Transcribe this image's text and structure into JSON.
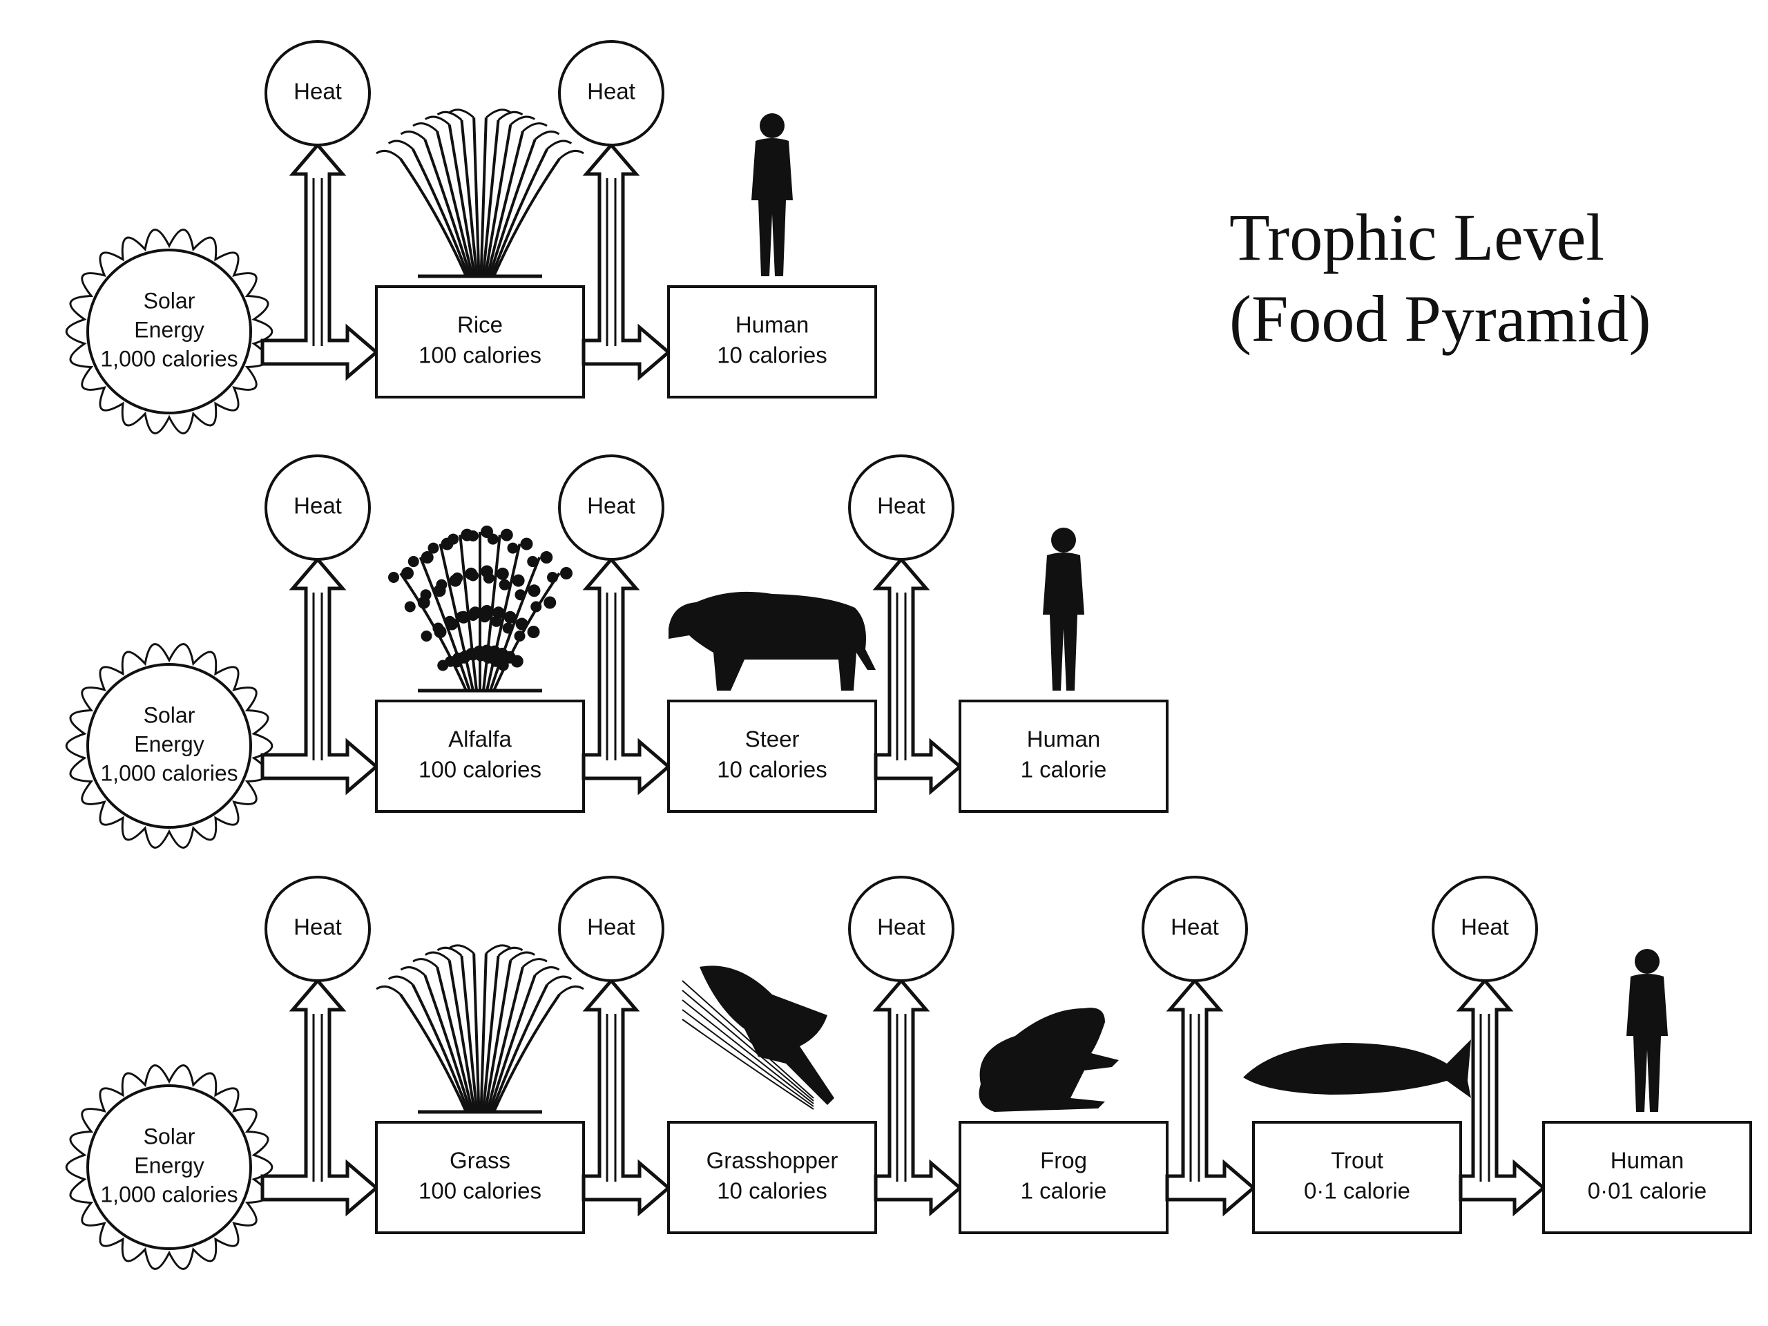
{
  "title": {
    "line1": "Trophic Level",
    "line2": "(Food Pyramid)"
  },
  "heat_label": "Heat",
  "chains": [
    {
      "source": {
        "line1": "Solar",
        "line2": "Energy",
        "line3": "1,000 calories"
      },
      "levels": [
        {
          "name": "Rice",
          "energy": "100 calories",
          "icon": "rice-plant-icon"
        },
        {
          "name": "Human",
          "energy": "10 calories",
          "icon": "human-icon"
        }
      ]
    },
    {
      "source": {
        "line1": "Solar",
        "line2": "Energy",
        "line3": "1,000 calories"
      },
      "levels": [
        {
          "name": "Alfalfa",
          "energy": "100 calories",
          "icon": "alfalfa-plant-icon"
        },
        {
          "name": "Steer",
          "energy": "10 calories",
          "icon": "steer-icon"
        },
        {
          "name": "Human",
          "energy": "1 calorie",
          "icon": "human-icon"
        }
      ]
    },
    {
      "source": {
        "line1": "Solar",
        "line2": "Energy",
        "line3": "1,000 calories"
      },
      "levels": [
        {
          "name": "Grass",
          "energy": "100 calories",
          "icon": "grass-plant-icon"
        },
        {
          "name": "Grasshopper",
          "energy": "10 calories",
          "icon": "grasshopper-icon"
        },
        {
          "name": "Frog",
          "energy": "1 calorie",
          "icon": "frog-icon"
        },
        {
          "name": "Trout",
          "energy": "0·1 calorie",
          "icon": "trout-icon"
        },
        {
          "name": "Human",
          "energy": "0·01 calorie",
          "icon": "human-icon"
        }
      ]
    }
  ]
}
